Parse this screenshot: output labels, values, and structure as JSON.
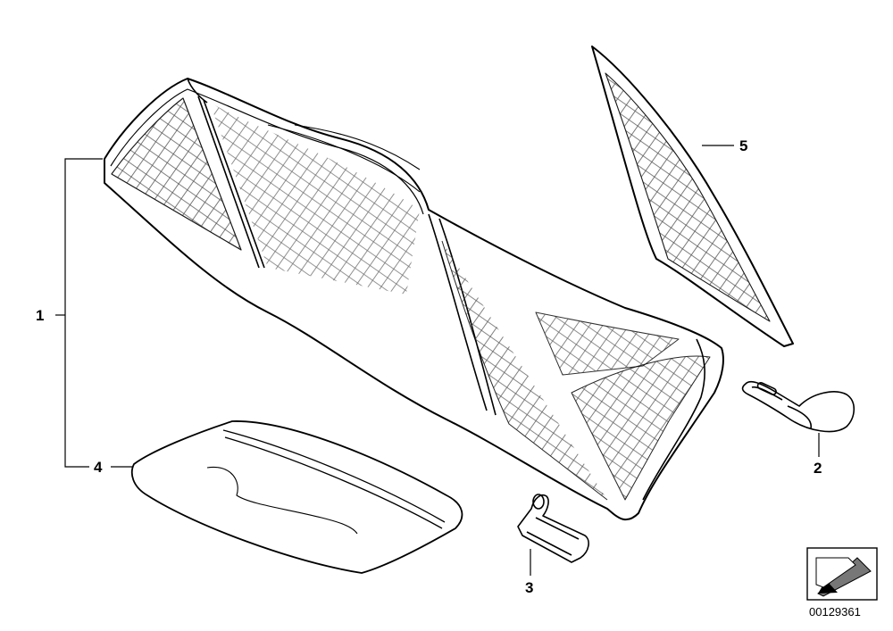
{
  "diagram": {
    "callouts": [
      {
        "id": "c1",
        "label": "1"
      },
      {
        "id": "c2",
        "label": "2"
      },
      {
        "id": "c3",
        "label": "3"
      },
      {
        "id": "c4",
        "label": "4"
      },
      {
        "id": "c5",
        "label": "5"
      }
    ],
    "document_number": "00129361",
    "corner_icon": "direction-arrow-icon"
  }
}
